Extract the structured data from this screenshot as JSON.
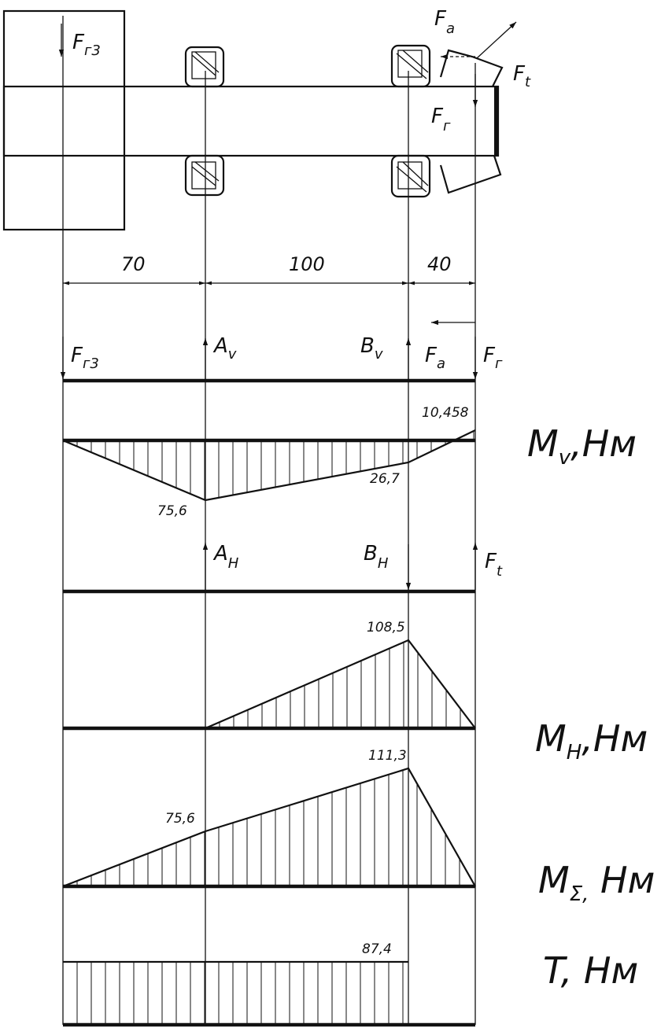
{
  "drawing": {
    "shaft_forces": {
      "fr3": {
        "main": "F",
        "sub": "г3"
      },
      "fa": {
        "main": "F",
        "sub": "a"
      },
      "ft": {
        "main": "F",
        "sub": "t"
      },
      "fr": {
        "main": "F",
        "sub": "г"
      }
    },
    "dimensions": {
      "d1": "70",
      "d2": "100",
      "d3": "40"
    },
    "vertical_plane": {
      "labels": {
        "fr3": {
          "main": "F",
          "sub": "г3"
        },
        "av": {
          "main": "A",
          "sub": "v"
        },
        "bv": {
          "main": "B",
          "sub": "v"
        },
        "fa": {
          "main": "F",
          "sub": "a"
        },
        "fr": {
          "main": "F",
          "sub": "г"
        }
      },
      "moment": {
        "title": {
          "main": "M",
          "sub": "v",
          "rest": ",Нм"
        },
        "values": {
          "a": "75,6",
          "b": "26,7",
          "end": "10,458"
        }
      }
    },
    "horizontal_plane": {
      "labels": {
        "ah": {
          "main": "A",
          "sub": "H"
        },
        "bh": {
          "main": "B",
          "sub": "H"
        },
        "ft": {
          "main": "F",
          "sub": "t"
        }
      },
      "moment": {
        "title": {
          "main": "M",
          "sub": "H",
          "rest": ",Нм"
        },
        "values": {
          "b": "108,5"
        }
      }
    },
    "total_moment": {
      "title": {
        "main": "M",
        "sub": "Σ,",
        "rest": " Нм"
      },
      "values": {
        "a": "75,6",
        "b": "111,3"
      }
    },
    "torque": {
      "title": {
        "main": "T,",
        "rest": " Нм"
      },
      "values": {
        "t": "87,4"
      }
    }
  }
}
